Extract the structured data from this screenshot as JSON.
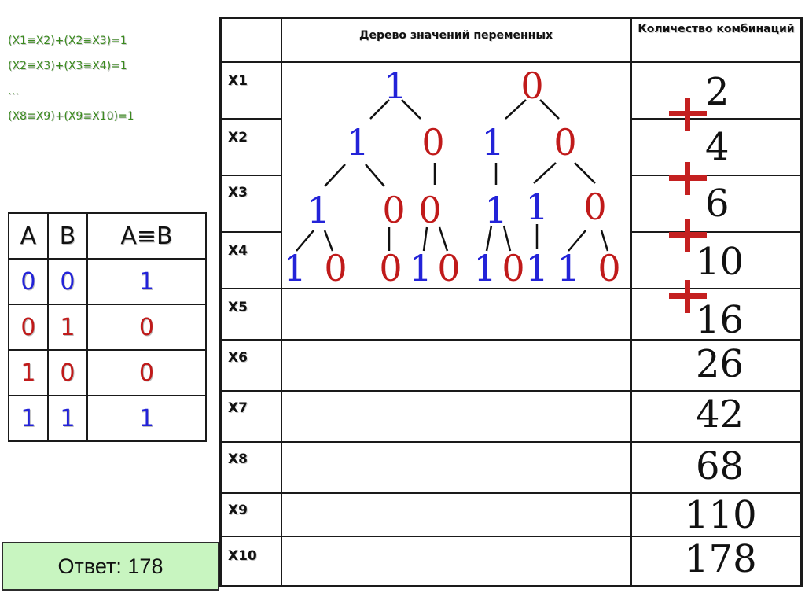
{
  "equations": [
    "(X1≡X2)+(X2≡X3)=1",
    "(X2≡X3)+(X3≡X4)=1",
    "…",
    "(X8≡X9)+(X9≡X10)=1"
  ],
  "truth_table": {
    "headers": [
      "A",
      "B",
      "A≡B"
    ],
    "rows": [
      [
        "0",
        "0",
        "1"
      ],
      [
        "0",
        "1",
        "0"
      ],
      [
        "1",
        "0",
        "0"
      ],
      [
        "1",
        "1",
        "1"
      ]
    ]
  },
  "main_table": {
    "col_tree": "Дерево значений переменных",
    "col_count": "Количество комбинаций",
    "rows": [
      {
        "label": "X1",
        "count": "2"
      },
      {
        "label": "X2",
        "count": "4"
      },
      {
        "label": "X3",
        "count": "6"
      },
      {
        "label": "X4",
        "count": "10"
      },
      {
        "label": "X5",
        "count": "16"
      },
      {
        "label": "X6",
        "count": "26"
      },
      {
        "label": "X7",
        "count": "42"
      },
      {
        "label": "X8",
        "count": "68"
      },
      {
        "label": "X9",
        "count": "110"
      },
      {
        "label": "X10",
        "count": "178"
      }
    ]
  },
  "tree": {
    "X1": [
      "1",
      "0"
    ],
    "X2": [
      "1",
      "0",
      "1",
      "0"
    ],
    "X3": [
      "1",
      "0",
      "0",
      "1",
      "1",
      "0"
    ],
    "X4": [
      "1",
      "0",
      "0",
      "1",
      "0",
      "1",
      "0",
      "1",
      "1",
      "0"
    ]
  },
  "plus_sign": "+",
  "answer": "Ответ: 178",
  "colors": {
    "one": "#2323d8",
    "zero": "#c01a1a",
    "plus": "#c42020",
    "answer_bg": "#c8f5c0",
    "equation": "#3a8a1e"
  }
}
